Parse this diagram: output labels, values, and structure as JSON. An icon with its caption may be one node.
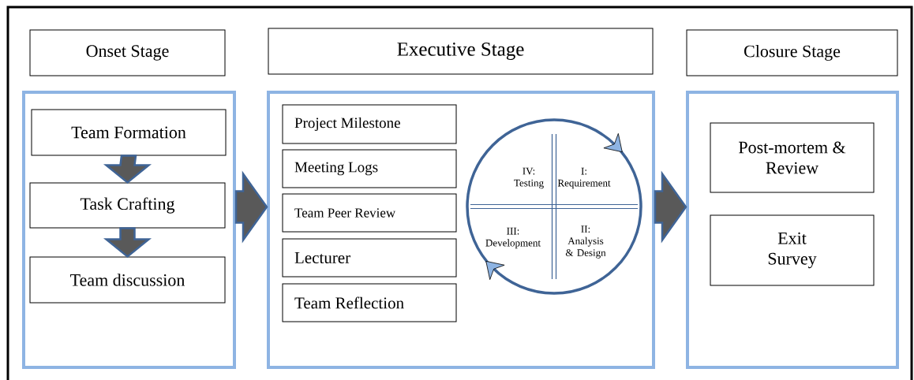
{
  "diagram": {
    "nodes": [
      {
        "text": [
          "Onset Stage"
        ]
      },
      {
        "text": [
          "Executive Stage"
        ]
      },
      {
        "text": [
          "Closure Stage"
        ]
      },
      {
        "text": [],
        "shape": "box"
      },
      {
        "text": [
          "Team Formation"
        ],
        "in": 3
      },
      {
        "text": [
          "Task Crafting"
        ],
        "in": 3
      },
      {
        "text": [
          "Team discussion"
        ],
        "in": 3
      },
      {
        "text": [],
        "shape": "box"
      },
      {
        "text": [
          "Project Milestone"
        ],
        "in": 7
      },
      {
        "text": [
          "Meeting Logs"
        ],
        "in": 7
      },
      {
        "text": [
          "Team Peer Review"
        ],
        "in": 7
      },
      {
        "text": [
          "Lecturer"
        ],
        "in": 7
      },
      {
        "text": [
          "Team Reflection"
        ],
        "in": 7
      },
      {
        "text": [
          "IV: Testing",
          "I: Requirement",
          "III: Development",
          "II: Analysis & Design"
        ],
        "in": 7
      },
      {
        "text": [],
        "shape": "box"
      },
      {
        "text": [
          "Post-mortem & Review"
        ],
        "in": 14
      },
      {
        "text": [
          "Exit Survey"
        ],
        "in": 14
      }
    ],
    "edges": [
      {
        "from": 4,
        "to": 5,
        "arrow": "to"
      },
      {
        "from": 5,
        "to": 6,
        "arrow": "to"
      },
      {
        "from": 3,
        "to": 7,
        "arrow": "to"
      },
      {
        "from": 7,
        "to": 14,
        "arrow": "to"
      }
    ]
  }
}
